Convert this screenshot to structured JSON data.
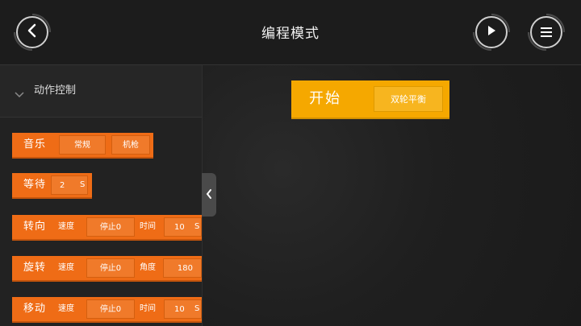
{
  "header": {
    "title": "编程模式",
    "back_icon": "chevron-left-icon",
    "play_icon": "play-icon",
    "menu_icon": "hamburger-menu-icon"
  },
  "sidebar": {
    "category_label": "动作控制",
    "category_icon": "chevron-down-icon",
    "blocks": {
      "music": {
        "title": "音乐",
        "option1": "常规",
        "option2": "机枪"
      },
      "wait": {
        "title": "等待",
        "value": "2",
        "unit": "S"
      },
      "turn": {
        "title": "转向",
        "speed_label": "速度",
        "speed_value": "停止0",
        "time_label": "时间",
        "time_value": "10",
        "unit": "S"
      },
      "rotate": {
        "title": "旋转",
        "speed_label": "速度",
        "speed_value": "停止0",
        "angle_label": "角度",
        "angle_value": "180"
      },
      "move": {
        "title": "移动",
        "speed_label": "速度",
        "speed_value": "停止0",
        "time_label": "时间",
        "time_value": "10",
        "unit": "S"
      }
    },
    "collapse_icon": "chevron-left-icon"
  },
  "canvas": {
    "start_block": {
      "label": "开始",
      "mode": "双轮平衡"
    }
  },
  "colors": {
    "block_orange": "#ef6c16",
    "start_yellow": "#f5a800",
    "background": "#1f1f1f"
  }
}
